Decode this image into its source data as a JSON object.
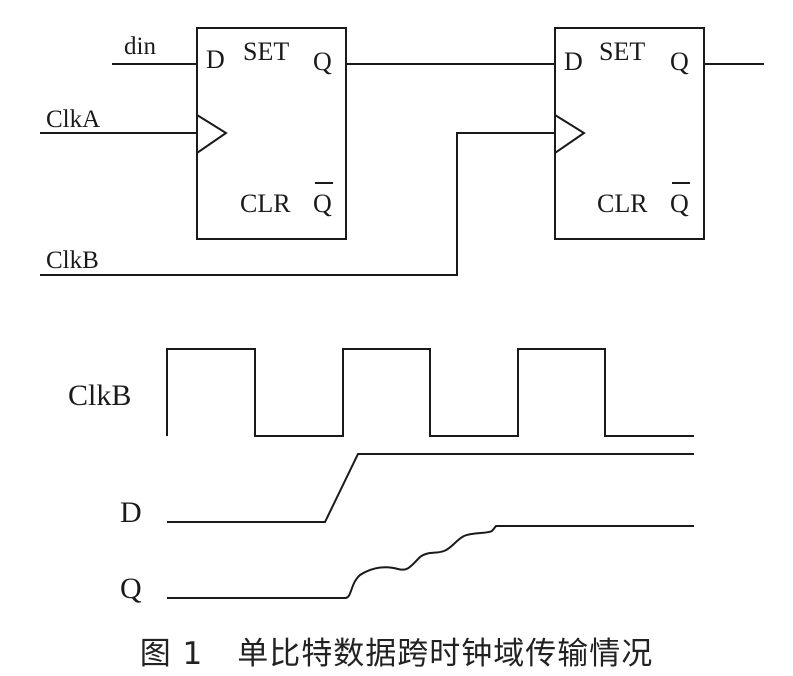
{
  "schematic": {
    "ff1": {
      "d": "D",
      "set": "SET",
      "q": "Q",
      "clr": "CLR",
      "qbar": "Q"
    },
    "ff2": {
      "d": "D",
      "set": "SET",
      "q": "Q",
      "clr": "CLR",
      "qbar": "Q"
    },
    "inputs": {
      "din": "din",
      "clka": "ClkA",
      "clkb": "ClkB"
    }
  },
  "timing": {
    "clkb": "ClkB",
    "d": "D",
    "q": "Q"
  },
  "caption": {
    "number": "图 1",
    "title": "单比特数据跨时钟域传输情况"
  }
}
